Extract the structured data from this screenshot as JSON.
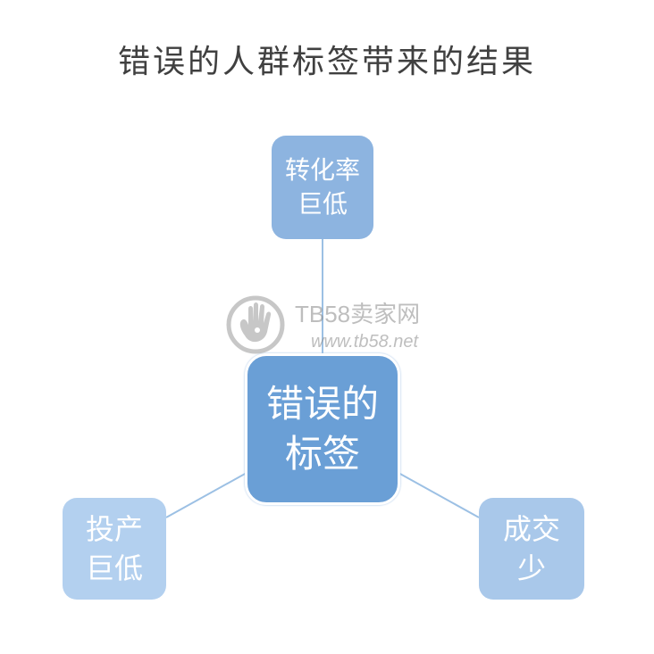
{
  "title": "错误的人群标签带来的结果",
  "center_node": {
    "line1": "错误的",
    "line2": "标签"
  },
  "top_node": {
    "line1": "转化率",
    "line2": "巨低"
  },
  "left_node": {
    "line1": "投产",
    "line2": "巨低"
  },
  "right_node": {
    "line1": "成交",
    "line2": "少"
  },
  "watermark": {
    "name": "TB58卖家网",
    "url": "www.tb58.net"
  },
  "colors": {
    "center": "#6a9fd6",
    "top": "#8db4e0",
    "left": "#b3d0ef",
    "right": "#a9c8ea",
    "connector": "#9cc0e4",
    "title": "#404040"
  }
}
